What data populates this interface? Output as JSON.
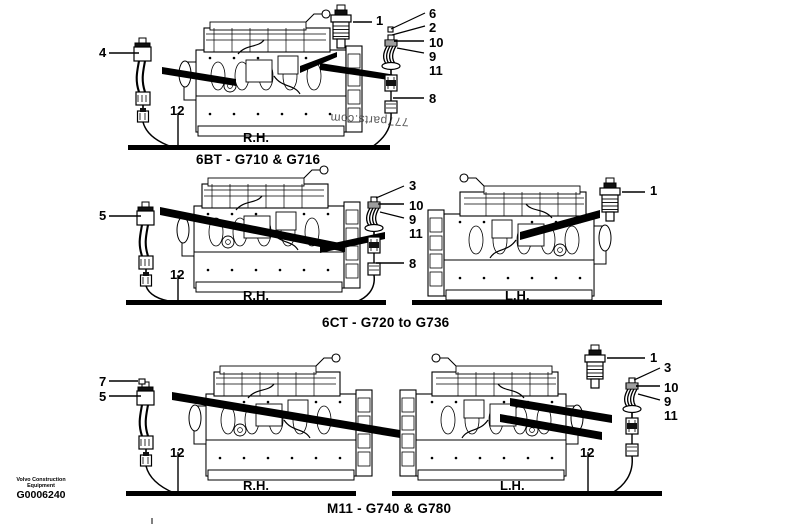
{
  "document": {
    "kind": "parts-catalog-exploded-diagram",
    "drawing_number": "G0006240",
    "publisher_line1": "Volvo Construction",
    "publisher_line2": "Equipment",
    "watermark": "777parts.com"
  },
  "panels": [
    {
      "id": "panel-6bt",
      "title": "6BT - G710 & G716",
      "views": [
        {
          "label": "R.H."
        }
      ],
      "callouts": [
        "4",
        "12",
        "1",
        "6",
        "2",
        "10",
        "9",
        "11",
        "8"
      ]
    },
    {
      "id": "panel-6ct",
      "title": "6CT - G720 to G736",
      "views": [
        {
          "label": "R.H."
        },
        {
          "label": "L.H."
        }
      ],
      "callouts": [
        "5",
        "12",
        "3",
        "10",
        "9",
        "11",
        "8",
        "1"
      ]
    },
    {
      "id": "panel-m11",
      "title": "M11 - G740 & G780",
      "views": [
        {
          "label": "R.H."
        },
        {
          "label": "L.H."
        }
      ],
      "callouts": [
        "7",
        "5",
        "12",
        "1",
        "3",
        "10",
        "9",
        "11",
        "12"
      ]
    }
  ],
  "labels": {
    "n1": "1",
    "n2": "2",
    "n3": "3",
    "n4": "4",
    "n5": "5",
    "n6": "6",
    "n7": "7",
    "n8": "8",
    "n9": "9",
    "n10": "10",
    "n11": "11",
    "n12": "12",
    "rh": "R.H.",
    "lh": "L.H."
  },
  "colors": {
    "line": "#000000",
    "background": "#ffffff",
    "ground": "#000000",
    "watermark": "#3a3a3a"
  }
}
